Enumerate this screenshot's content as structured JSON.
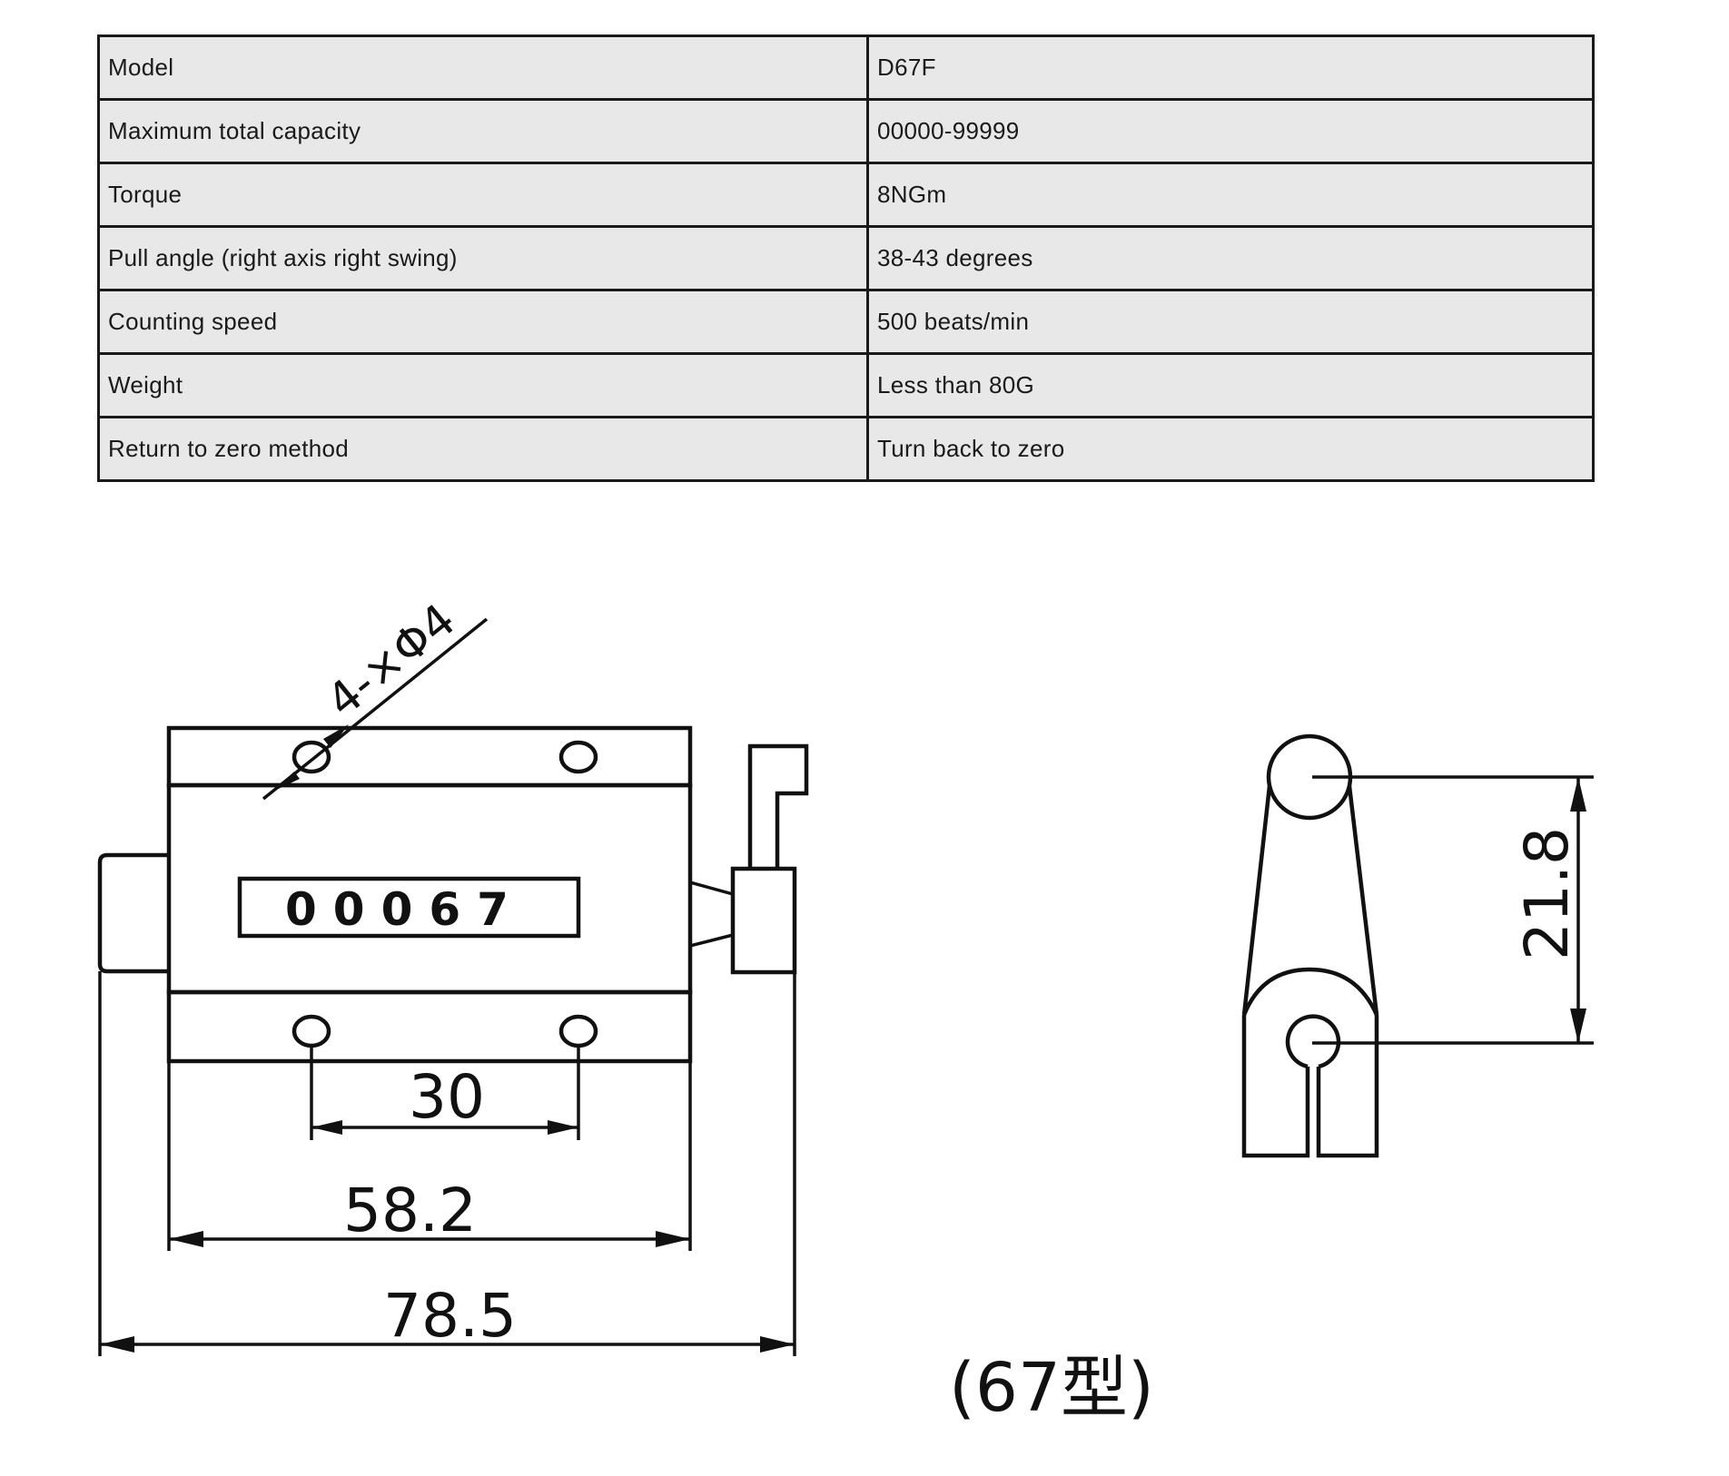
{
  "spec_table": {
    "rows": [
      {
        "label": "Model",
        "value": "D67F"
      },
      {
        "label": "Maximum total capacity",
        "value": " 00000-99999"
      },
      {
        "label": "Torque",
        "value": "8NGm"
      },
      {
        "label": "Pull angle (right axis right swing)",
        "value": "38-43 degrees"
      },
      {
        "label": "Counting speed",
        "value": "500 beats/min"
      },
      {
        "label": "Weight",
        "value": "Less than 80G"
      },
      {
        "label": "Return to zero method",
        "value": "Turn back to zero"
      }
    ]
  },
  "drawing": {
    "hole_label": "4-×Φ4",
    "counter_display": "00067",
    "dimensions": {
      "hole_spacing": "30",
      "body_width": "58.2",
      "overall_width": "78.5",
      "lever_height": "21.8"
    },
    "caption": "(67型)"
  }
}
